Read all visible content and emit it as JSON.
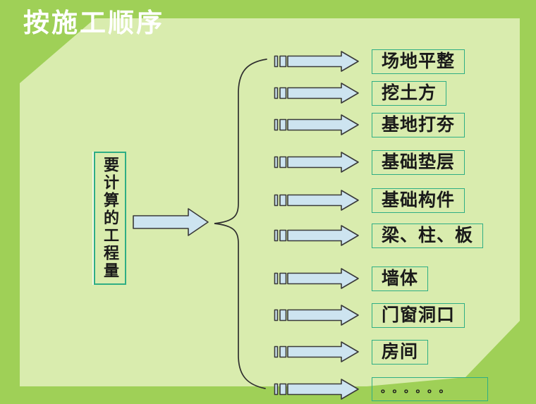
{
  "theme": {
    "background_green": "#9fd057",
    "panel_green": "#d9ecae",
    "arrow_fill": "#cde4f0",
    "arrow_stroke": "#3a3a3a",
    "box_border_teal": "#2fae84",
    "title_color": "#ffffff",
    "text_color": "#1a1a1a"
  },
  "slide": {
    "title": "按施工顺序",
    "source_box_label": "要计算的工程量",
    "sequence_items": [
      "场地平整",
      "挖土方",
      "基地打夯",
      "基础垫层",
      "基础构件",
      "梁、柱、板",
      "墙体",
      "门窗洞口",
      "房间",
      "。。。。。。"
    ]
  }
}
